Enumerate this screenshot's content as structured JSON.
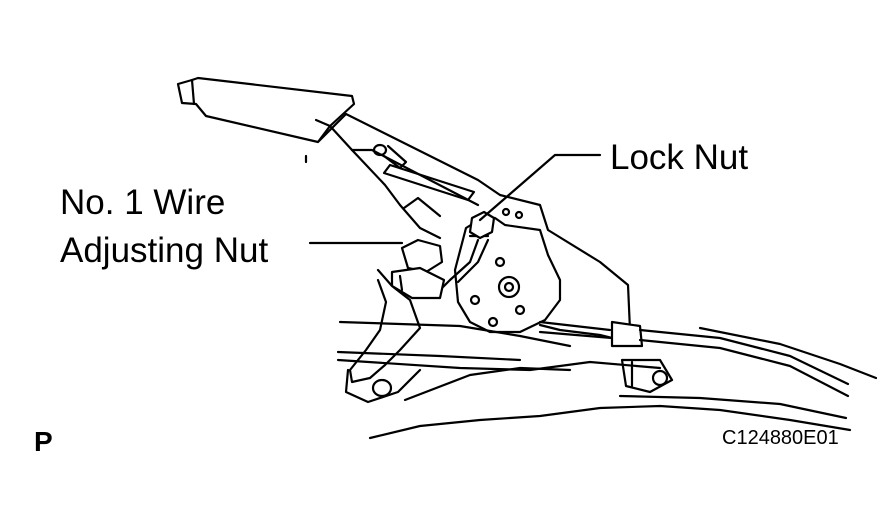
{
  "labels": {
    "lock_nut": "Lock Nut",
    "wire_adjusting_nut_line1": "No. 1 Wire",
    "wire_adjusting_nut_line2": "Adjusting Nut",
    "view_marker": "P",
    "figure_code": "C124880E01"
  },
  "colors": {
    "ink": "#000000",
    "paper": "#ffffff"
  }
}
